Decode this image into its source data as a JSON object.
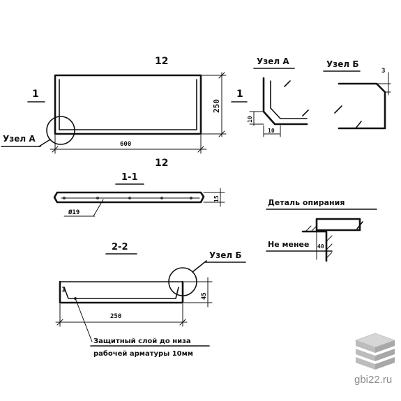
{
  "labels": {
    "top_mark": "12",
    "bottom_mark": "12",
    "section_left": "1",
    "section_right": "1",
    "node_a_callout": "Узел А",
    "width_dim": "600",
    "height_dim": "250",
    "node_a_title": "Узел А",
    "node_a_dim1": "10",
    "node_a_dim2": "10",
    "node_b_title": "Узел Б",
    "node_b_dim": "3",
    "section_11_title": "1-1",
    "section_11_thickness": "15",
    "section_11_rebar": "Ø19",
    "section_22_title": "2-2",
    "section_22_width": "250",
    "section_22_height": "45",
    "node_b_callout": "Узел Б",
    "support_title": "Деталь опирания",
    "support_note": "Не менее",
    "support_dim": "40",
    "cover_note_line1": "Защитный слой до низа",
    "cover_note_line2": "рабочей арматуры 10мм"
  },
  "watermark": {
    "text": "gbi22.ru",
    "color": "#8c8c8c"
  }
}
